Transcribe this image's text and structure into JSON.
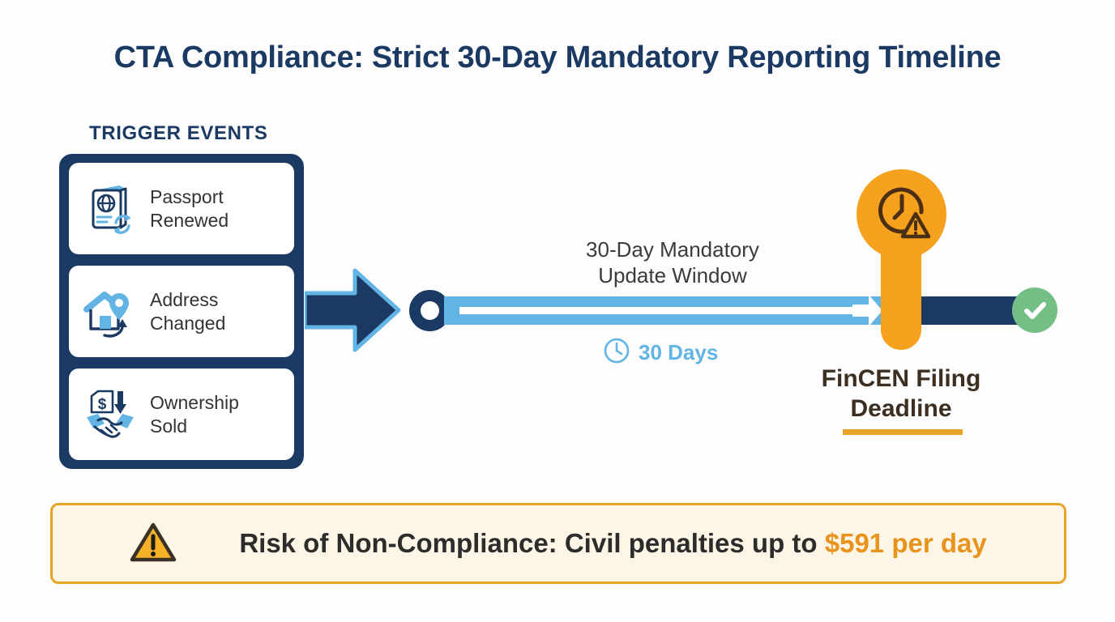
{
  "title": "CTA Compliance: Strict 30-Day Mandatory Reporting Timeline",
  "triggers": {
    "heading": "TRIGGER EVENTS",
    "items": [
      {
        "label": "Passport\nRenewed",
        "icon": "passport-renew-icon"
      },
      {
        "label": "Address\nChanged",
        "icon": "house-location-pin-icon"
      },
      {
        "label": "Ownership\nSold",
        "icon": "handshake-dollar-icon"
      }
    ]
  },
  "timeline": {
    "window_label": "30-Day Mandatory\nUpdate Window",
    "days_label": "30 Days",
    "days_icon": "clock-icon",
    "start_marker": "timeline-start-dot",
    "end_marker": "green-check-icon"
  },
  "deadline": {
    "marker_icon": "clock-warning-icon",
    "label": "FinCEN Filing\nDeadline"
  },
  "warning": {
    "icon": "warning-triangle-icon",
    "text": "Risk of Non-Compliance: Civil penalties up to ",
    "amount": "$591 per day"
  },
  "colors": {
    "navy": "#1b3a63",
    "blue": "#62b4e5",
    "orange": "#f5a11e",
    "amber": "#e8a427",
    "green": "#74bf86",
    "banner_bg": "#fdf6e6",
    "background": "#fdfdfd"
  }
}
